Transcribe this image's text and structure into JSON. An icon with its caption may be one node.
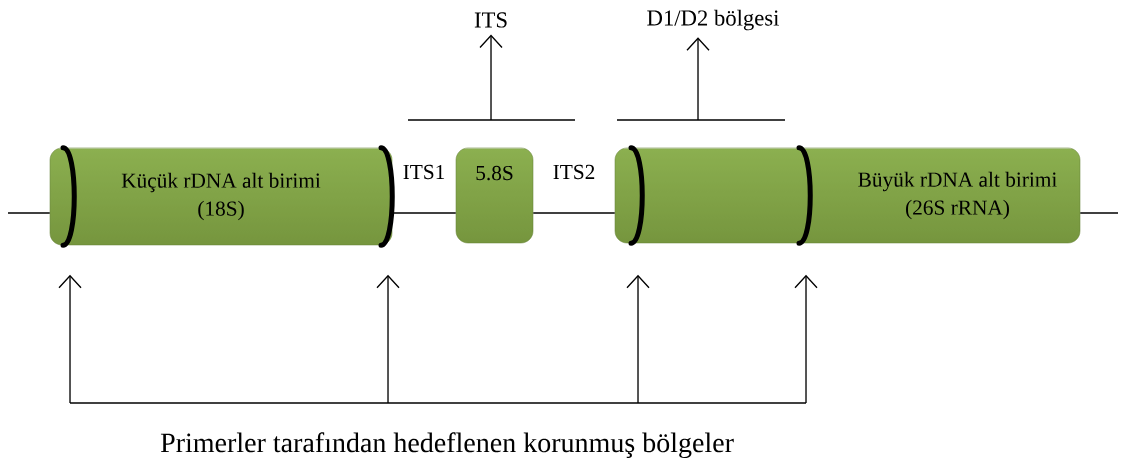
{
  "diagram": {
    "nodes": [
      {
        "text": [
          "Küçük rDNA alt birimi (18S)"
        ]
      },
      {
        "text": [
          "5.8S"
        ]
      },
      {
        "text": [
          "Büyük rDNA alt birimi (26S rRNA)"
        ]
      },
      {
        "text": [
          "ITS"
        ]
      },
      {
        "text": [
          "D1/D2 bölgesi"
        ]
      },
      {
        "text": [],
        "shape": "arc",
        "in": 0
      },
      {
        "text": [],
        "shape": "arc",
        "in": 0
      },
      {
        "text": [],
        "shape": "arc",
        "in": 2
      },
      {
        "text": [],
        "shape": "arc",
        "in": 2
      }
    ],
    "edges": [
      {
        "from": null,
        "to": 0,
        "arrow": "none"
      },
      {
        "from": 0,
        "to": 1,
        "arrow": "none",
        "label": "ITS1"
      },
      {
        "from": 1,
        "to": 2,
        "arrow": "none",
        "label": "ITS2"
      },
      {
        "from": 2,
        "to": null,
        "arrow": "none"
      },
      {
        "from": null,
        "to": 3,
        "arrow": "to"
      },
      {
        "from": null,
        "to": 4,
        "arrow": "to"
      },
      {
        "from": null,
        "to": 5,
        "arrow": "to"
      },
      {
        "from": null,
        "to": 6,
        "arrow": "to"
      },
      {
        "from": null,
        "to": 7,
        "arrow": "to"
      },
      {
        "from": null,
        "to": 8,
        "arrow": "to"
      }
    ],
    "labels": [
      "Primerler tarafından hedeflenen korunmuş bölgeler"
    ]
  }
}
